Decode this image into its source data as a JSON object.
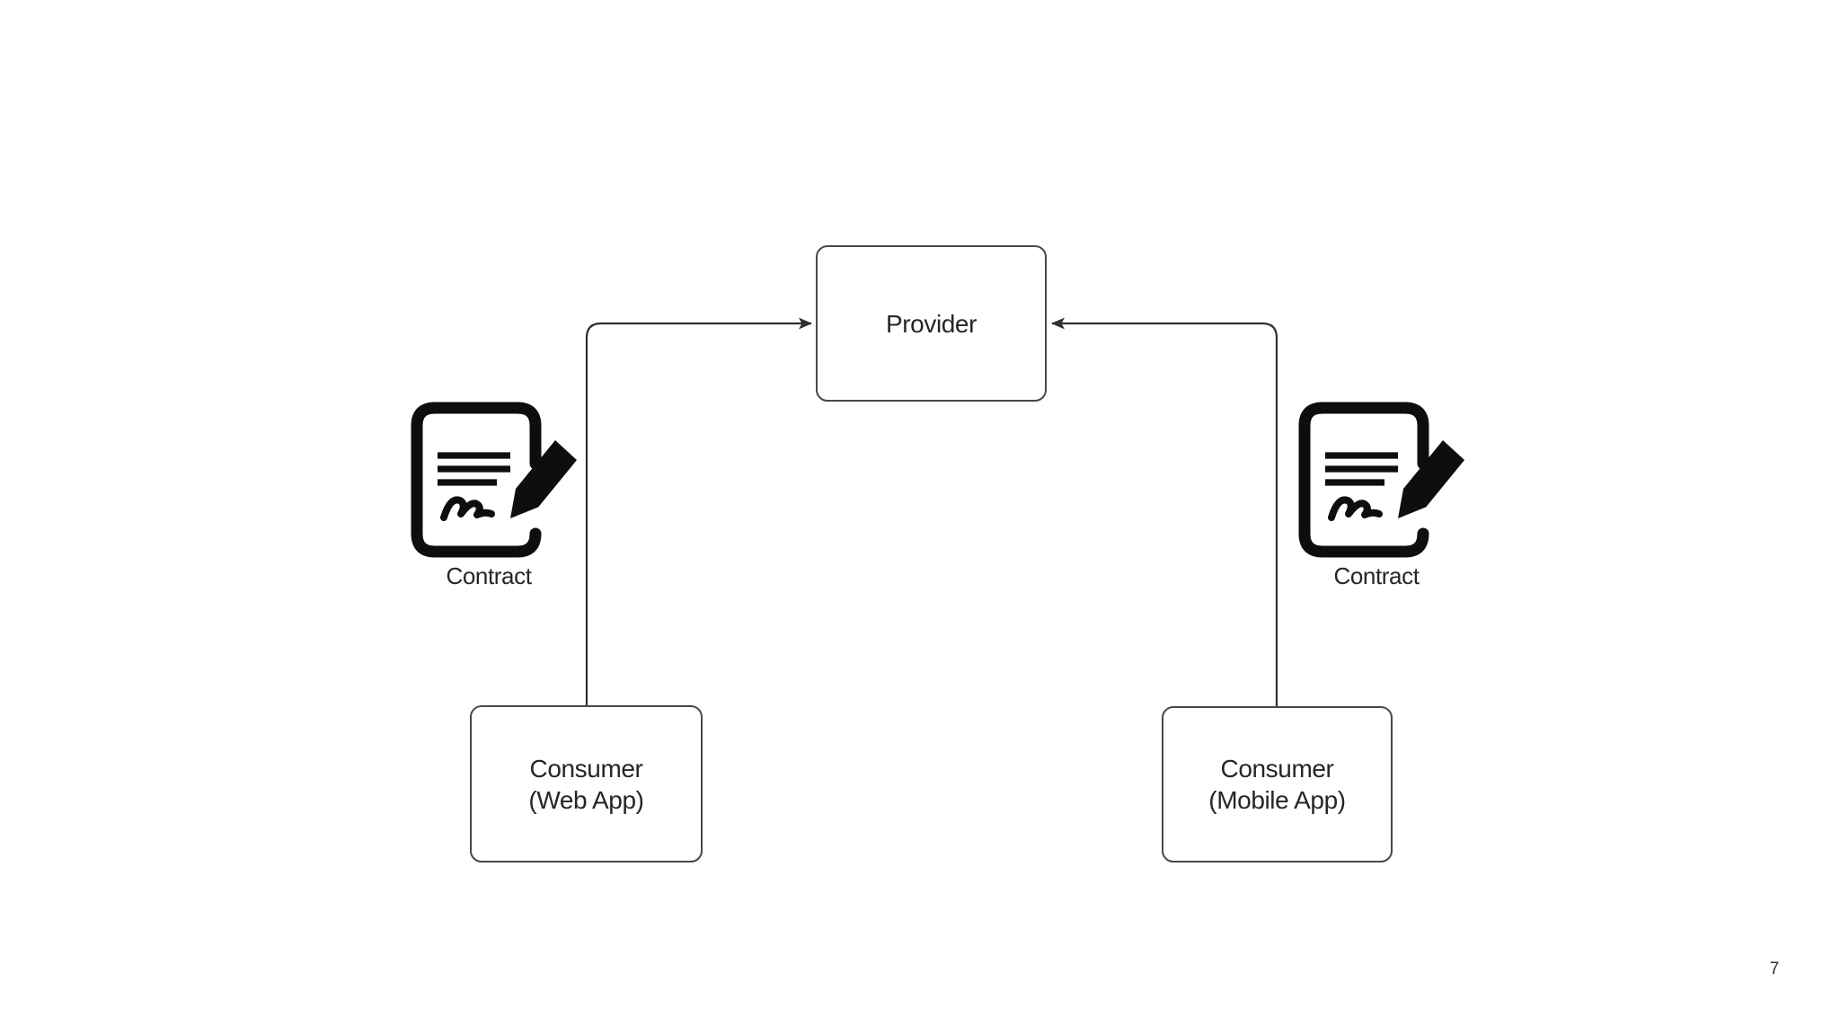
{
  "slide": {
    "page_number": "7"
  },
  "diagram": {
    "provider": {
      "label": "Provider"
    },
    "consumer_web": {
      "line1": "Consumer",
      "line2": "(Web App)"
    },
    "consumer_mobile": {
      "line1": "Consumer",
      "line2": "(Mobile App)"
    },
    "contract_left": {
      "label": "Contract",
      "icon": "contract-signing-icon"
    },
    "contract_right": {
      "label": "Contract",
      "icon": "contract-signing-icon"
    },
    "connections": [
      {
        "from": "Consumer (Web App)",
        "to": "Provider",
        "arrow": "into-provider-left"
      },
      {
        "from": "Consumer (Mobile App)",
        "to": "Provider",
        "arrow": "into-provider-right"
      }
    ],
    "colors": {
      "background": "#ffffff",
      "box_border": "#484848",
      "text": "#262626",
      "connector": "#303030",
      "icon": "#0e0e0e"
    }
  }
}
